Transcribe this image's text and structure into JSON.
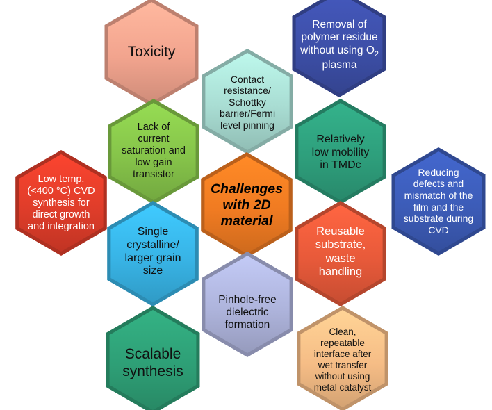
{
  "diagram": {
    "colors": {
      "salmon": "#f2a48e",
      "navy": "#3d4fa8",
      "mint": "#a9ddd3",
      "lime": "#86c44a",
      "teal": "#2e9f7c",
      "red": "#e03d2a",
      "orange": "#f07b22",
      "blue": "#3c5cb8",
      "sky": "#38b4e6",
      "coral": "#e85a3a",
      "lavender": "#aeb4dc",
      "peach": "#f6bd86",
      "greenteal": "#2e9f76"
    },
    "hexagons": [
      {
        "id": "toxicity",
        "text": "Toxicity",
        "color": "salmon"
      },
      {
        "id": "polymer-residue",
        "text": "Removal of polymer residue without using O2 plasma",
        "color": "navy"
      },
      {
        "id": "contact-resistance",
        "text": "Contact resistance/ Schottky barrier/Fermi level pinning",
        "color": "mint"
      },
      {
        "id": "current-saturation",
        "text": "Lack of current saturation and low gain transistor",
        "color": "lime"
      },
      {
        "id": "low-mobility",
        "text": "Relatively low mobility in TMDc",
        "color": "teal"
      },
      {
        "id": "low-temp-cvd",
        "text": "Low temp. (<400 °C) CVD synthesis for direct growth and integration",
        "color": "red"
      },
      {
        "id": "center",
        "text": "Challenges with 2D material",
        "color": "orange"
      },
      {
        "id": "reducing-defects",
        "text": "Reducing defects and mismatch of the film and the substrate during CVD",
        "color": "blue"
      },
      {
        "id": "single-crystalline",
        "text": "Single crystalline/ larger grain size",
        "color": "sky"
      },
      {
        "id": "reusable-substrate",
        "text": "Reusable substrate, waste handling",
        "color": "coral"
      },
      {
        "id": "pinhole-free",
        "text": "Pinhole-free dielectric formation",
        "color": "lavender"
      },
      {
        "id": "clean-interface",
        "text": "Clean, repeatable interface after wet transfer without using metal catalyst",
        "color": "peach"
      },
      {
        "id": "scalable-synthesis",
        "text": "Scalable synthesis",
        "color": "greenteal"
      }
    ]
  }
}
